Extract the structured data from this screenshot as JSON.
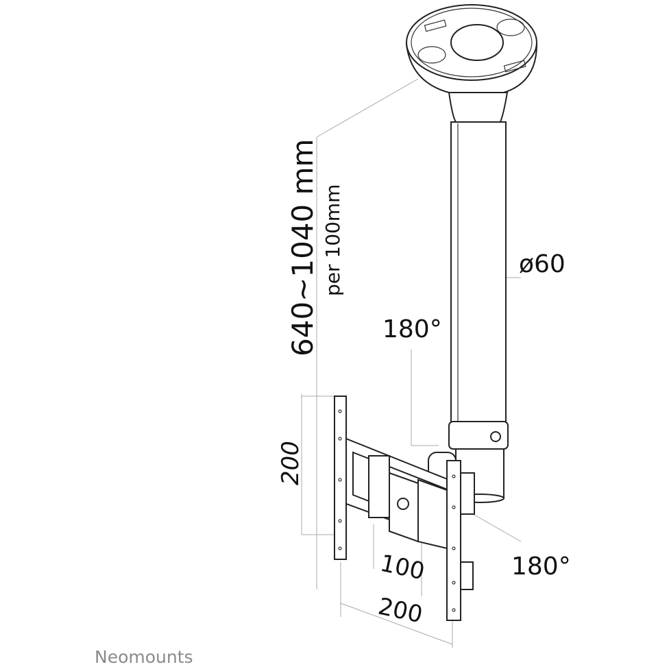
{
  "labels": {
    "height_range": "640~1040 mm",
    "height_step": "per 100mm",
    "diameter": "ø60",
    "rotation_top": "180°",
    "rotation_bottom": "180°",
    "vesa_height": "200",
    "vesa_width_inner": "100",
    "vesa_width_outer": "200"
  },
  "brand": "Neomounts"
}
